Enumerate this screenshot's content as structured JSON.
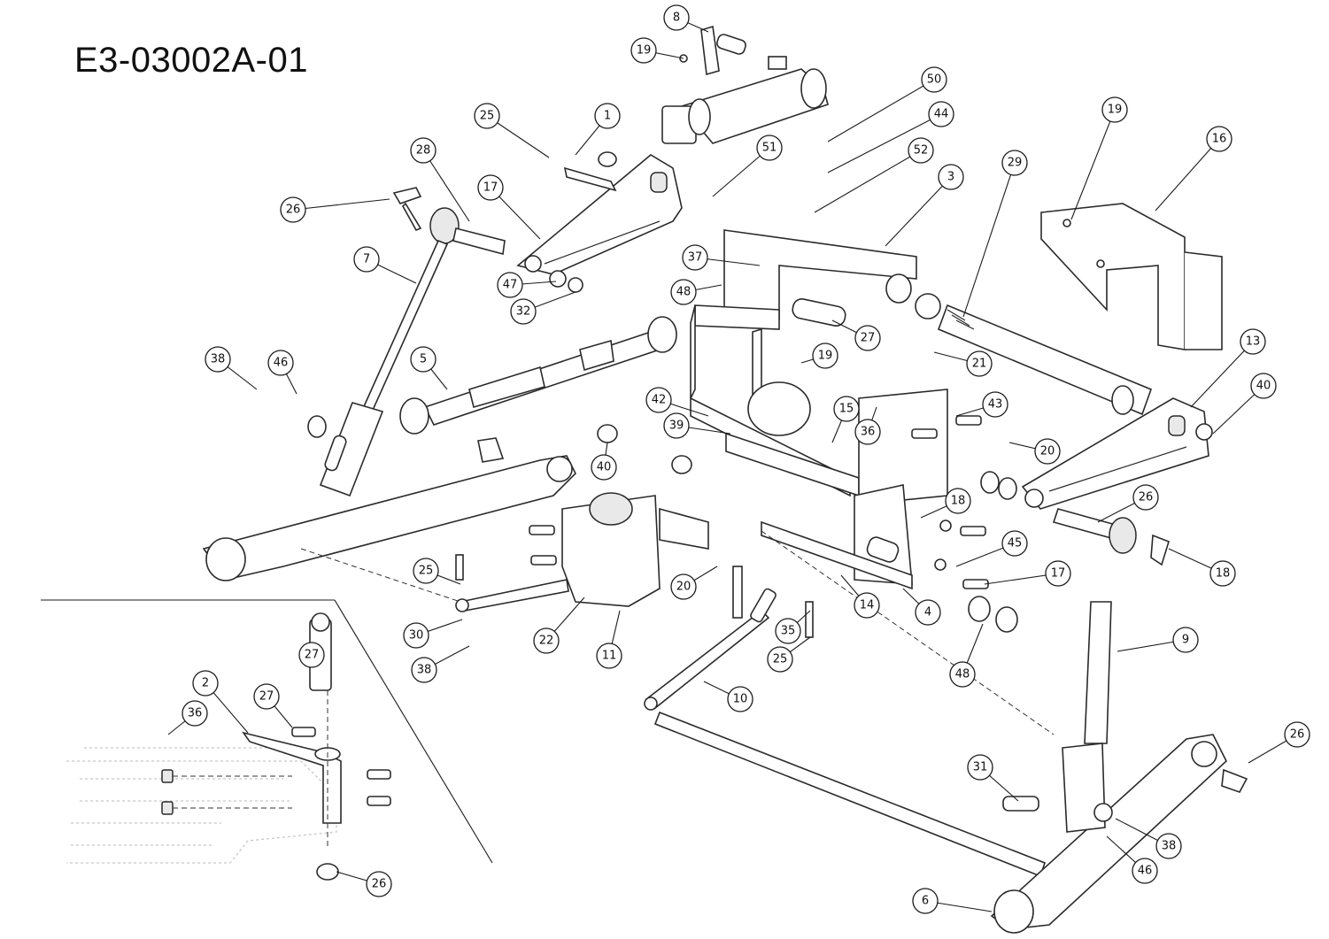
{
  "title": "E3-03002A-01",
  "callouts": [
    "8",
    "19",
    "1",
    "25",
    "28",
    "26",
    "17",
    "50",
    "44",
    "51",
    "52",
    "3",
    "29",
    "19",
    "16",
    "7",
    "47",
    "32",
    "37",
    "48",
    "27",
    "5",
    "38",
    "46",
    "19",
    "21",
    "13",
    "40",
    "42",
    "39",
    "15",
    "36",
    "43",
    "18",
    "40",
    "20",
    "26",
    "18",
    "25",
    "20",
    "30",
    "38",
    "22",
    "11",
    "14",
    "4",
    "45",
    "17",
    "35",
    "25",
    "48",
    "9",
    "10",
    "27",
    "2",
    "36",
    "27",
    "31",
    "26",
    "38",
    "46",
    "6",
    "26"
  ],
  "colors": {
    "ink": "#1b1b1b",
    "paper": "#ffffff"
  }
}
